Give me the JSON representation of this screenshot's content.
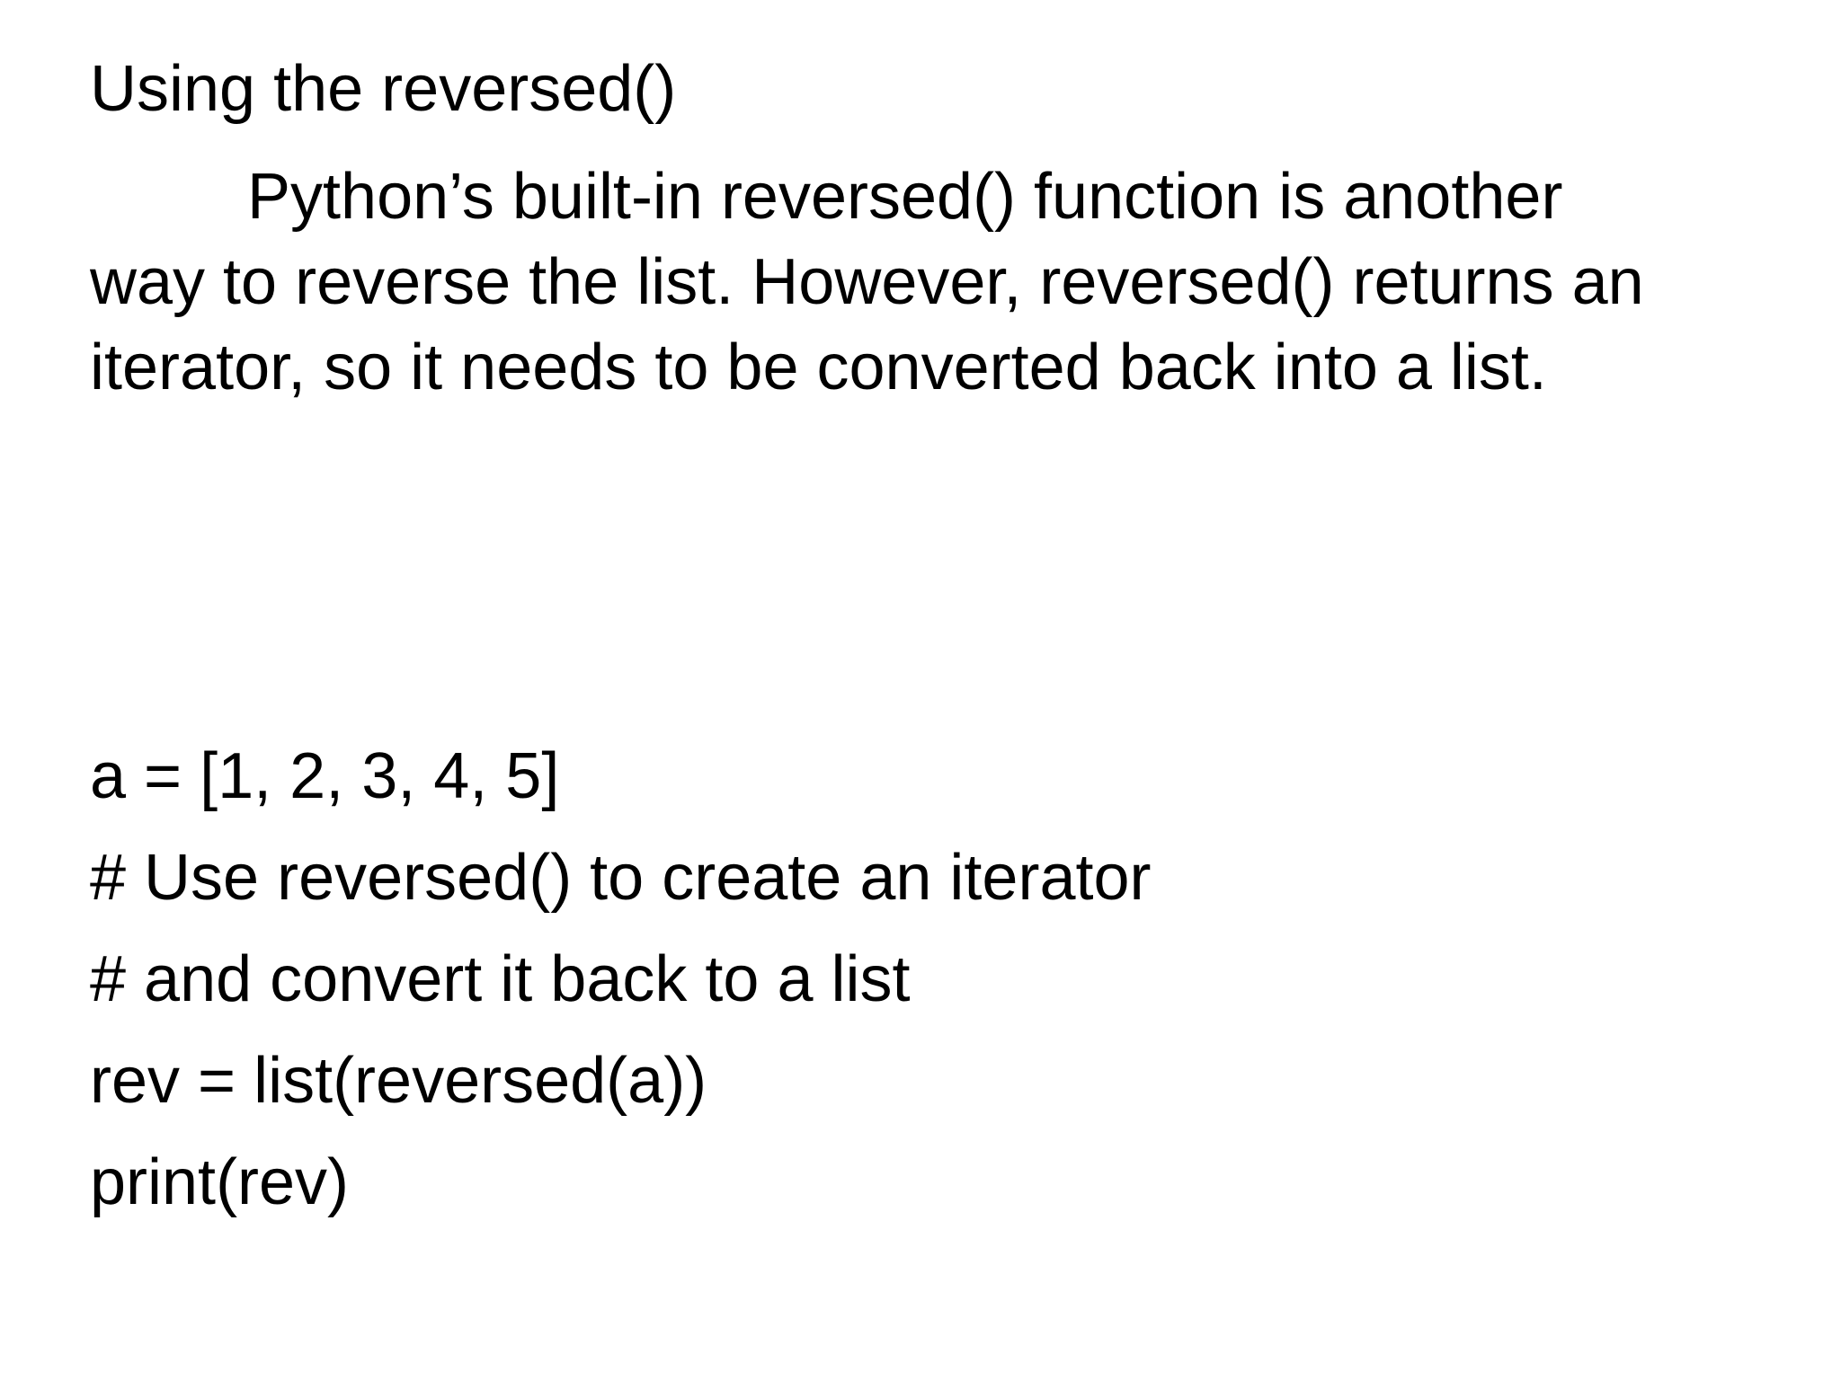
{
  "slide": {
    "colors": {
      "background": "#ffffff",
      "text": "#000000"
    },
    "title": "Using the reversed()",
    "paragraph": "Python’s built-in reversed() function is another\nway to reverse the list. However, reversed() returns an\niterator, so it needs to be converted back into a list.",
    "code_lines": [
      "a = [1, 2, 3, 4, 5]",
      "# Use reversed() to create an iterator",
      "# and convert it back to a list",
      "rev = list(reversed(a))",
      "print(rev)"
    ]
  }
}
